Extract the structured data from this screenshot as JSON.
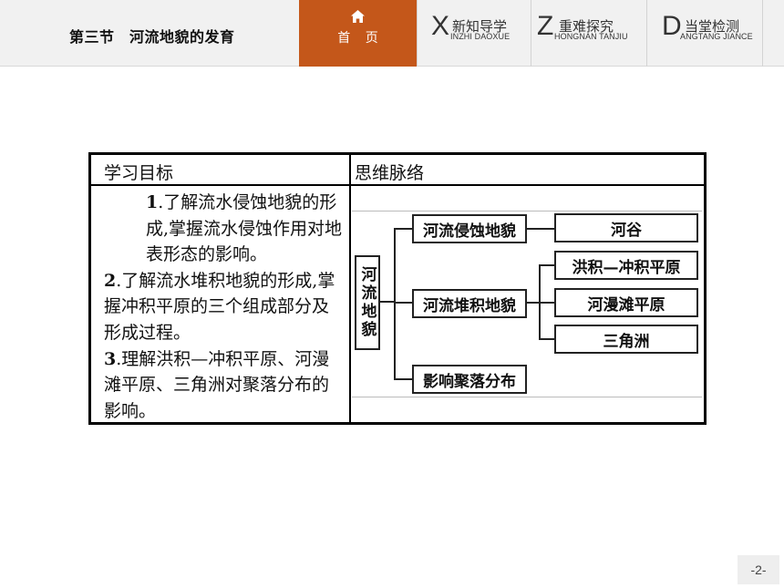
{
  "header": {
    "lesson_title": "第三节　河流地貌的发育",
    "home_label": "首 页",
    "tabs": [
      {
        "letter": "X",
        "label": "新知导学",
        "pinyin": "INZHI DAOXUE"
      },
      {
        "letter": "Z",
        "label": "重难探究",
        "pinyin": "HONGNAN TANJIU"
      },
      {
        "letter": "D",
        "label": "当堂检测",
        "pinyin": "ANGTANG JIANCE"
      }
    ]
  },
  "table": {
    "left_header": "学习目标",
    "right_header": "思维脉络",
    "objectives": [
      {
        "num": "1",
        "text": ".了解流水侵蚀地貌的形成,掌握流水侵蚀作用对地表形态的影响。"
      },
      {
        "num": "2",
        "text": ".了解流水堆积地貌的形成,掌握冲积平原的三个组成部分及形成过程。"
      },
      {
        "num": "3",
        "text": ".理解洪积—冲积平原、河漫滩平原、三角洲对聚落分布的影响。"
      }
    ]
  },
  "mindmap": {
    "root": "河流地貌",
    "branches": [
      {
        "label": "河流侵蚀地貌",
        "children": [
          "河谷"
        ]
      },
      {
        "label": "河流堆积地貌",
        "children": [
          "洪积—冲积平原",
          "河漫滩平原",
          "三角洲"
        ]
      },
      {
        "label": "影响聚落分布",
        "children": []
      }
    ]
  },
  "footer": {
    "page_number": "-2-"
  },
  "colors": {
    "accent": "#c4571a",
    "topbar_bg": "#f1f1f1"
  }
}
